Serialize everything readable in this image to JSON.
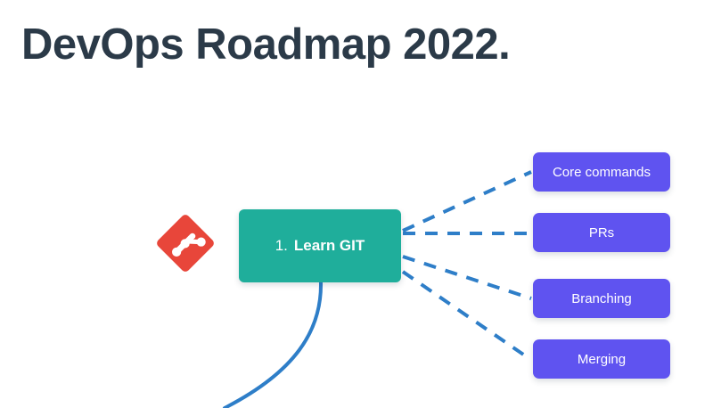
{
  "page": {
    "title": "DevOps Roadmap 2022.",
    "background_color": "#ffffff",
    "title_color": "#2b3a48"
  },
  "colors": {
    "teal": "#1fae9b",
    "purple": "#5f53f0",
    "git_red": "#e8463a",
    "connector_blue": "#2e7ec8",
    "title_navy": "#2b3a48"
  },
  "central_node": {
    "index": "1.",
    "label": "Learn GIT",
    "color": "#1fae9b",
    "icon": "git-logo-icon"
  },
  "branches": [
    {
      "label": "Core commands",
      "color": "#5f53f0",
      "connector": "dashed"
    },
    {
      "label": "PRs",
      "color": "#5f53f0",
      "connector": "dashed"
    },
    {
      "label": "Branching",
      "color": "#5f53f0",
      "connector": "dashed"
    },
    {
      "label": "Merging",
      "color": "#5f53f0",
      "connector": "dashed"
    }
  ],
  "connectors": {
    "dash_color": "#2e7ec8",
    "dash_pattern": "14 11",
    "dash_width": 4,
    "curve_color": "#2e7ec8",
    "curve_width": 4,
    "curve_style": "solid"
  }
}
